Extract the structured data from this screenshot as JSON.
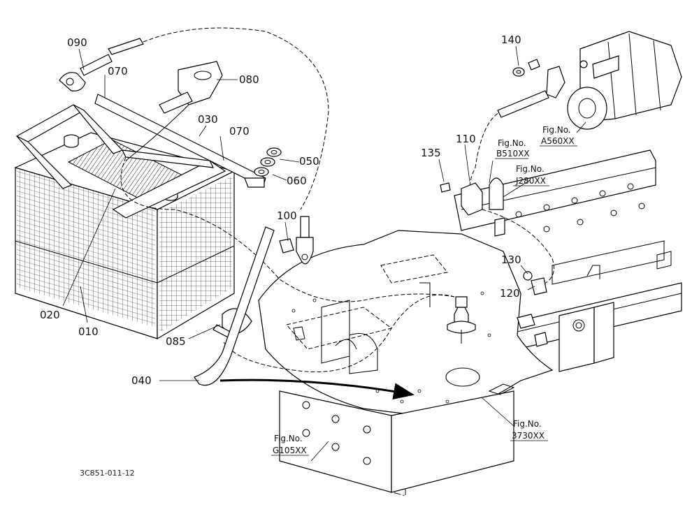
{
  "parts": [
    {
      "id": "p090",
      "label": "090"
    },
    {
      "id": "p070a",
      "label": "070"
    },
    {
      "id": "p080",
      "label": "080"
    },
    {
      "id": "p030",
      "label": "030"
    },
    {
      "id": "p070b",
      "label": "070"
    },
    {
      "id": "p050",
      "label": "050"
    },
    {
      "id": "p060",
      "label": "060"
    },
    {
      "id": "p100",
      "label": "100"
    },
    {
      "id": "p020",
      "label": "020"
    },
    {
      "id": "p010",
      "label": "010"
    },
    {
      "id": "p085",
      "label": "085"
    },
    {
      "id": "p040",
      "label": "040"
    },
    {
      "id": "p140",
      "label": "140"
    },
    {
      "id": "p135",
      "label": "135"
    },
    {
      "id": "p110",
      "label": "110"
    },
    {
      "id": "p130",
      "label": "130"
    },
    {
      "id": "p120",
      "label": "120"
    }
  ],
  "references": [
    {
      "id": "b510",
      "line1": "Fig.No.",
      "line2": "B510XX"
    },
    {
      "id": "j280",
      "line1": "Fig.No.",
      "line2": "J280XX"
    },
    {
      "id": "a560",
      "line1": "Fig.No.",
      "line2": "A560XX"
    },
    {
      "id": "g105",
      "line1": "Fig.No.",
      "line2": "G105XX"
    },
    {
      "id": "r3730",
      "line1": "Fig.No.",
      "line2": "3730XX"
    }
  ],
  "drawing_code": "3C851-011-12"
}
